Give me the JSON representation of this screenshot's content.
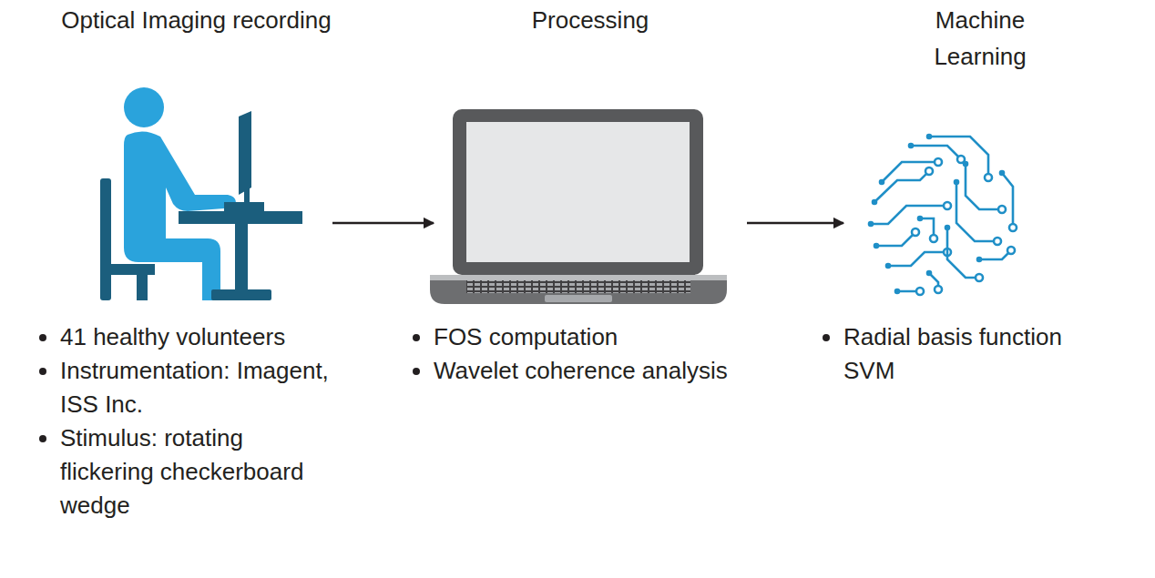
{
  "diagram": {
    "nodes": [
      {
        "text": [
          "Optical Imaging recording",
          "41 healthy volunteers",
          "Instrumentation: Imagent, ISS Inc.",
          "Stimulus: rotating flickering checkerboard wedge"
        ]
      },
      {
        "text": [
          "Processing",
          "FOS computation",
          "Wavelet coherence analysis"
        ]
      },
      {
        "text": [
          "Machine Learning",
          "Radial basis function SVM"
        ]
      }
    ],
    "edges": [
      {
        "from": 0,
        "to": 1,
        "arrow": "to"
      },
      {
        "from": 1,
        "to": 2,
        "arrow": "to"
      }
    ]
  }
}
